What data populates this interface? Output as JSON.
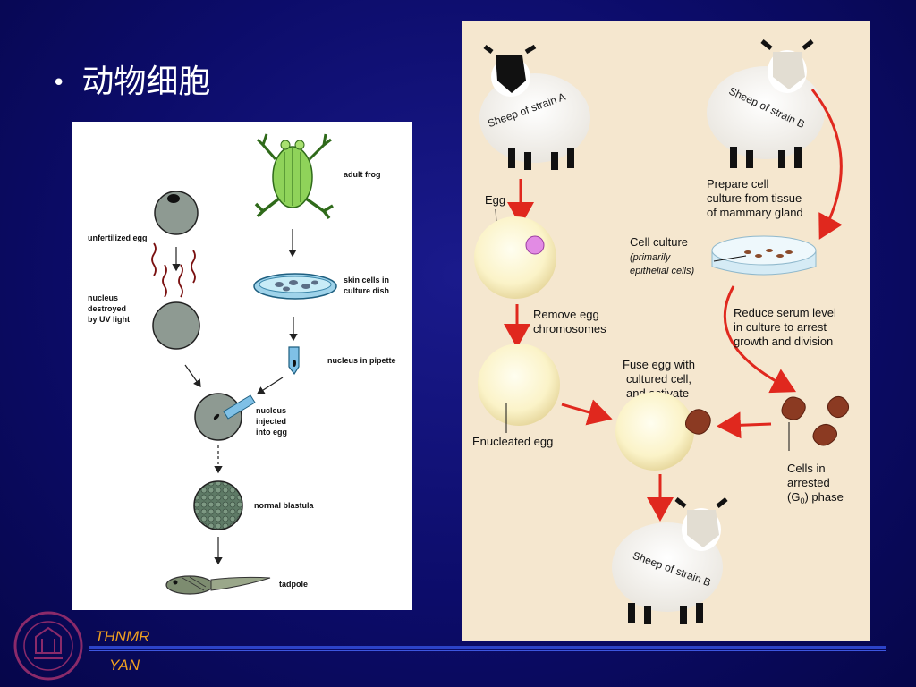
{
  "slide": {
    "bullet_text": "动物细胞",
    "footer_top": "THNMR",
    "footer_bottom": "YAN"
  },
  "colors": {
    "background": "#0c0c6a",
    "footer_text": "#f0a020",
    "footer_line": "#2c43c8",
    "arrow_red": "#e0281e"
  },
  "frog_diagram": {
    "adult_frog": "adult frog",
    "unfertilized_egg": "unfertilized egg",
    "nucleus_destroyed_1": "nucleus",
    "nucleus_destroyed_2": "destroyed",
    "nucleus_destroyed_3": "by UV light",
    "skin_cells_1": "skin cells in",
    "skin_cells_2": "culture dish",
    "nucleus_in_pipette": "nucleus in pipette",
    "nucleus_injected_1": "nucleus",
    "nucleus_injected_2": "injected",
    "nucleus_injected_3": "into egg",
    "normal_blastula": "normal blastula",
    "tadpole": "tadpole"
  },
  "sheep_diagram": {
    "sheep_a": "Sheep of strain A",
    "sheep_b_top": "Sheep of strain B",
    "sheep_b_bottom": "Sheep of strain B",
    "egg": "Egg",
    "prepare_1": "Prepare cell",
    "prepare_2": "culture from tissue",
    "prepare_3": "of mammary gland",
    "cell_culture": "Cell culture",
    "primarily_1": "(primarily",
    "primarily_2": "epithelial cells)",
    "remove_1": "Remove egg",
    "remove_2": "chromosomes",
    "reduce_1": "Reduce serum level",
    "reduce_2": "in culture to arrest",
    "reduce_3": "growth and division",
    "fuse_1": "Fuse egg with",
    "fuse_2": "cultured cell,",
    "fuse_3": "and activate",
    "enucleated": "Enucleated egg",
    "cells_in_1": "Cells in",
    "cells_in_2": "arrested",
    "cells_in_3a": "(G",
    "cells_in_3b": "0",
    "cells_in_3c": ") phase"
  }
}
